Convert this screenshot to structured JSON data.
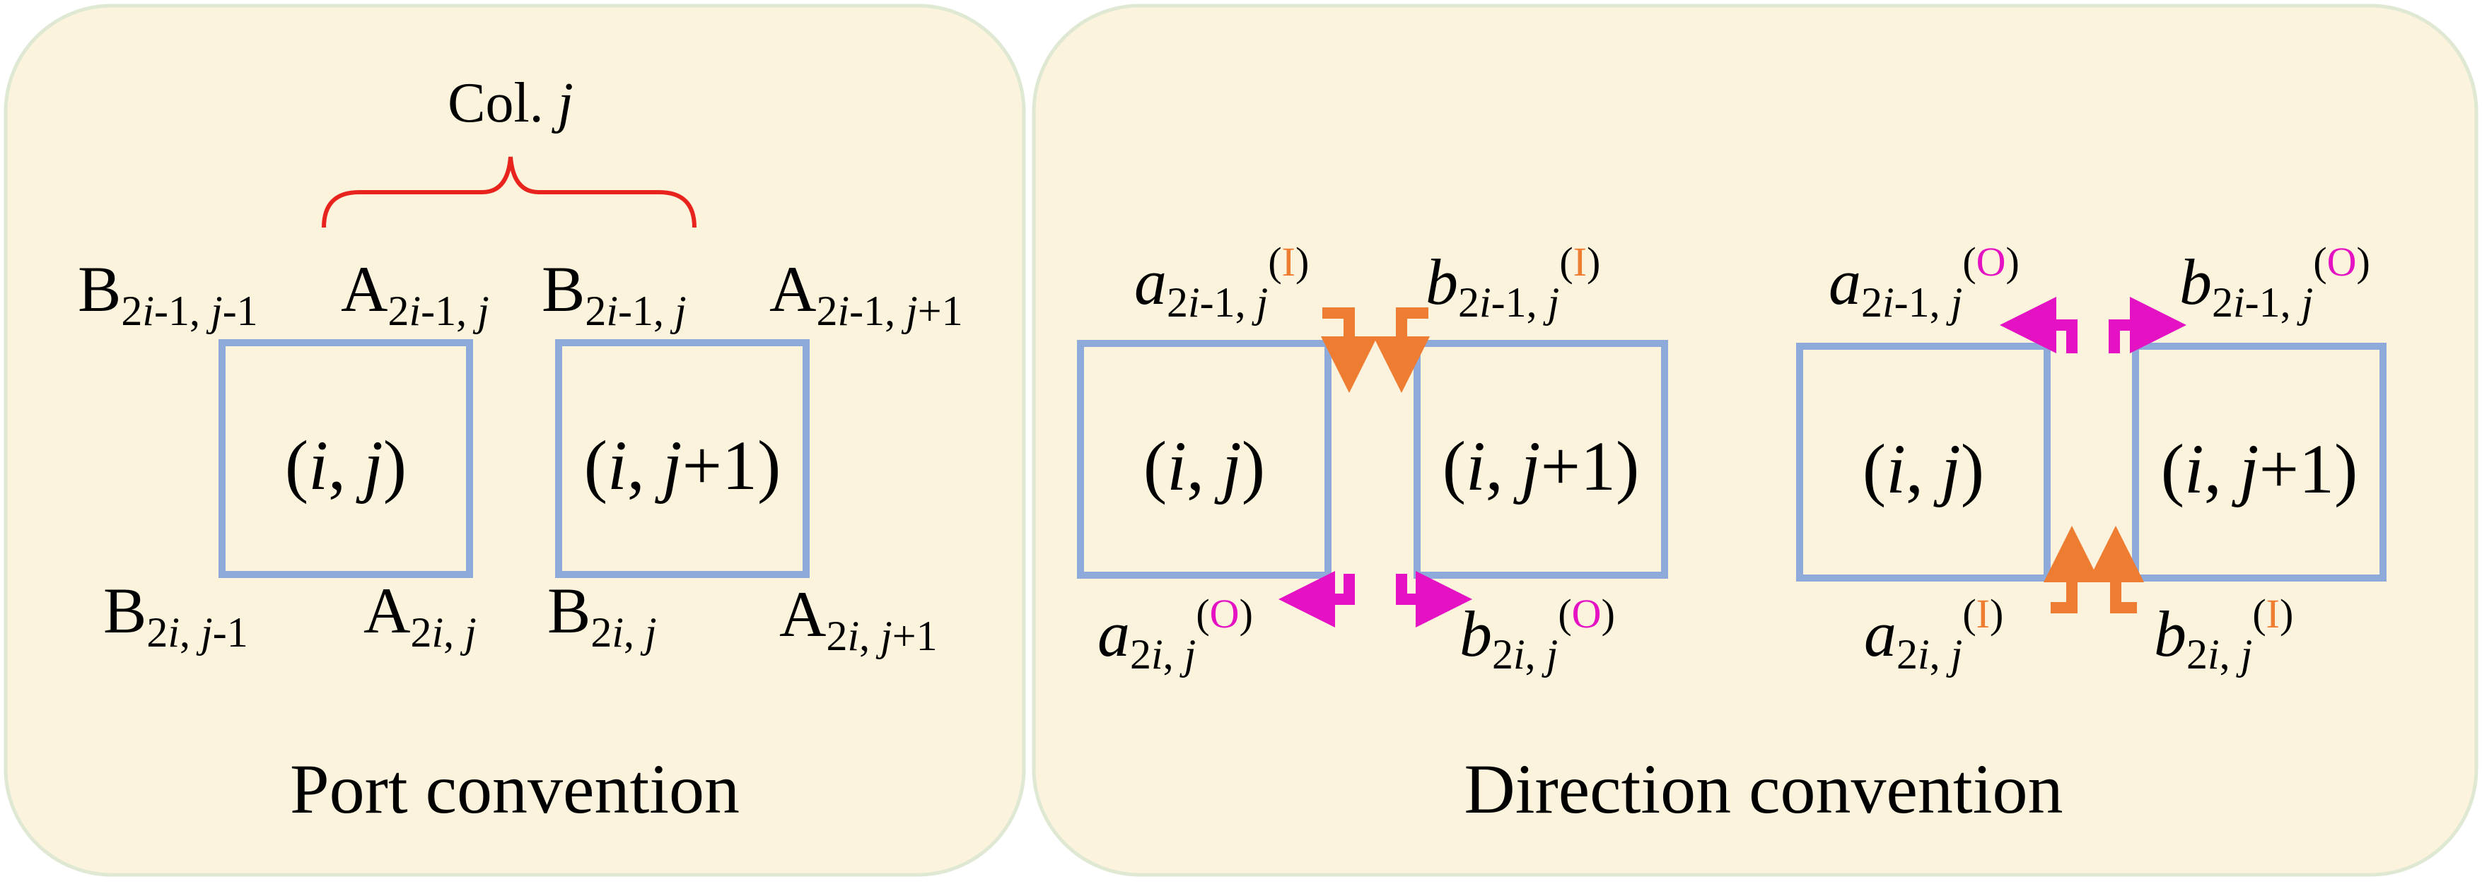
{
  "colors": {
    "panel_fill": "#fbf3dc",
    "panel_stroke": "#dfe8d3",
    "cell_stroke": "#8eaadb",
    "brace": "#e8231d",
    "input_arrow": "#ee7d32",
    "output_arrow": "#e512c4",
    "text": "#000000"
  },
  "left_panel": {
    "caption": "Port convention",
    "brace_label": {
      "text": "Col.",
      "var": "j"
    },
    "cells": [
      {
        "i": "i",
        "comma": ",",
        "j": "j",
        "suffix": ""
      },
      {
        "i": "i",
        "comma": ",",
        "j": "j",
        "suffix": "+1"
      }
    ],
    "port_labels": [
      {
        "letter": "B",
        "sub1": "2",
        "sub2": "i",
        "sub3": "-1,",
        "sub4": "j",
        "sub5": "-1"
      },
      {
        "letter": "A",
        "sub1": "2",
        "sub2": "i",
        "sub3": "-1,",
        "sub4": "j",
        "sub5": ""
      },
      {
        "letter": "B",
        "sub1": "2",
        "sub2": "i",
        "sub3": "-1,",
        "sub4": "j",
        "sub5": ""
      },
      {
        "letter": "A",
        "sub1": "2",
        "sub2": "i",
        "sub3": "-1,",
        "sub4": "j",
        "sub5": "+1"
      },
      {
        "letter": "B",
        "sub1": "2",
        "sub2": "i",
        "sub3": ",",
        "sub4": "j",
        "sub5": "-1"
      },
      {
        "letter": "A",
        "sub1": "2",
        "sub2": "i",
        "sub3": ",",
        "sub4": "j",
        "sub5": ""
      },
      {
        "letter": "B",
        "sub1": "2",
        "sub2": "i",
        "sub3": ",",
        "sub4": "j",
        "sub5": ""
      },
      {
        "letter": "A",
        "sub1": "2",
        "sub2": "i",
        "sub3": ",",
        "sub4": "j",
        "sub5": "+1"
      }
    ]
  },
  "right_panel": {
    "caption": "Direction convention",
    "cells": [
      {
        "i": "i",
        "comma": ",",
        "j": "j",
        "suffix": ""
      },
      {
        "i": "i",
        "comma": ",",
        "j": "j",
        "suffix": "+1"
      },
      {
        "i": "i",
        "comma": ",",
        "j": "j",
        "suffix": ""
      },
      {
        "i": "i",
        "comma": ",",
        "j": "j",
        "suffix": "+1"
      }
    ],
    "wave_labels": [
      {
        "letter": "a",
        "sub1": "2",
        "sub2": "i",
        "sub3": "-1,",
        "sub4": "j",
        "open": "(",
        "tag": "I",
        "close": ")",
        "kind": "input"
      },
      {
        "letter": "b",
        "sub1": "2",
        "sub2": "i",
        "sub3": "-1,",
        "sub4": "j",
        "open": "(",
        "tag": "I",
        "close": ")",
        "kind": "input"
      },
      {
        "letter": "a",
        "sub1": "2",
        "sub2": "i",
        "sub3": ",",
        "sub4": "j",
        "open": "(",
        "tag": "O",
        "close": ")",
        "kind": "output"
      },
      {
        "letter": "b",
        "sub1": "2",
        "sub2": "i",
        "sub3": ",",
        "sub4": "j",
        "open": "(",
        "tag": "O",
        "close": ")",
        "kind": "output"
      },
      {
        "letter": "a",
        "sub1": "2",
        "sub2": "i",
        "sub3": "-1,",
        "sub4": "j",
        "open": "(",
        "tag": "O",
        "close": ")",
        "kind": "output"
      },
      {
        "letter": "b",
        "sub1": "2",
        "sub2": "i",
        "sub3": "-1,",
        "sub4": "j",
        "open": "(",
        "tag": "O",
        "close": ")",
        "kind": "output"
      },
      {
        "letter": "a",
        "sub1": "2",
        "sub2": "i",
        "sub3": ",",
        "sub4": "j",
        "open": "(",
        "tag": "I",
        "close": ")",
        "kind": "input"
      },
      {
        "letter": "b",
        "sub1": "2",
        "sub2": "i",
        "sub3": ",",
        "sub4": "j",
        "open": "(",
        "tag": "I",
        "close": ")",
        "kind": "input"
      }
    ]
  }
}
